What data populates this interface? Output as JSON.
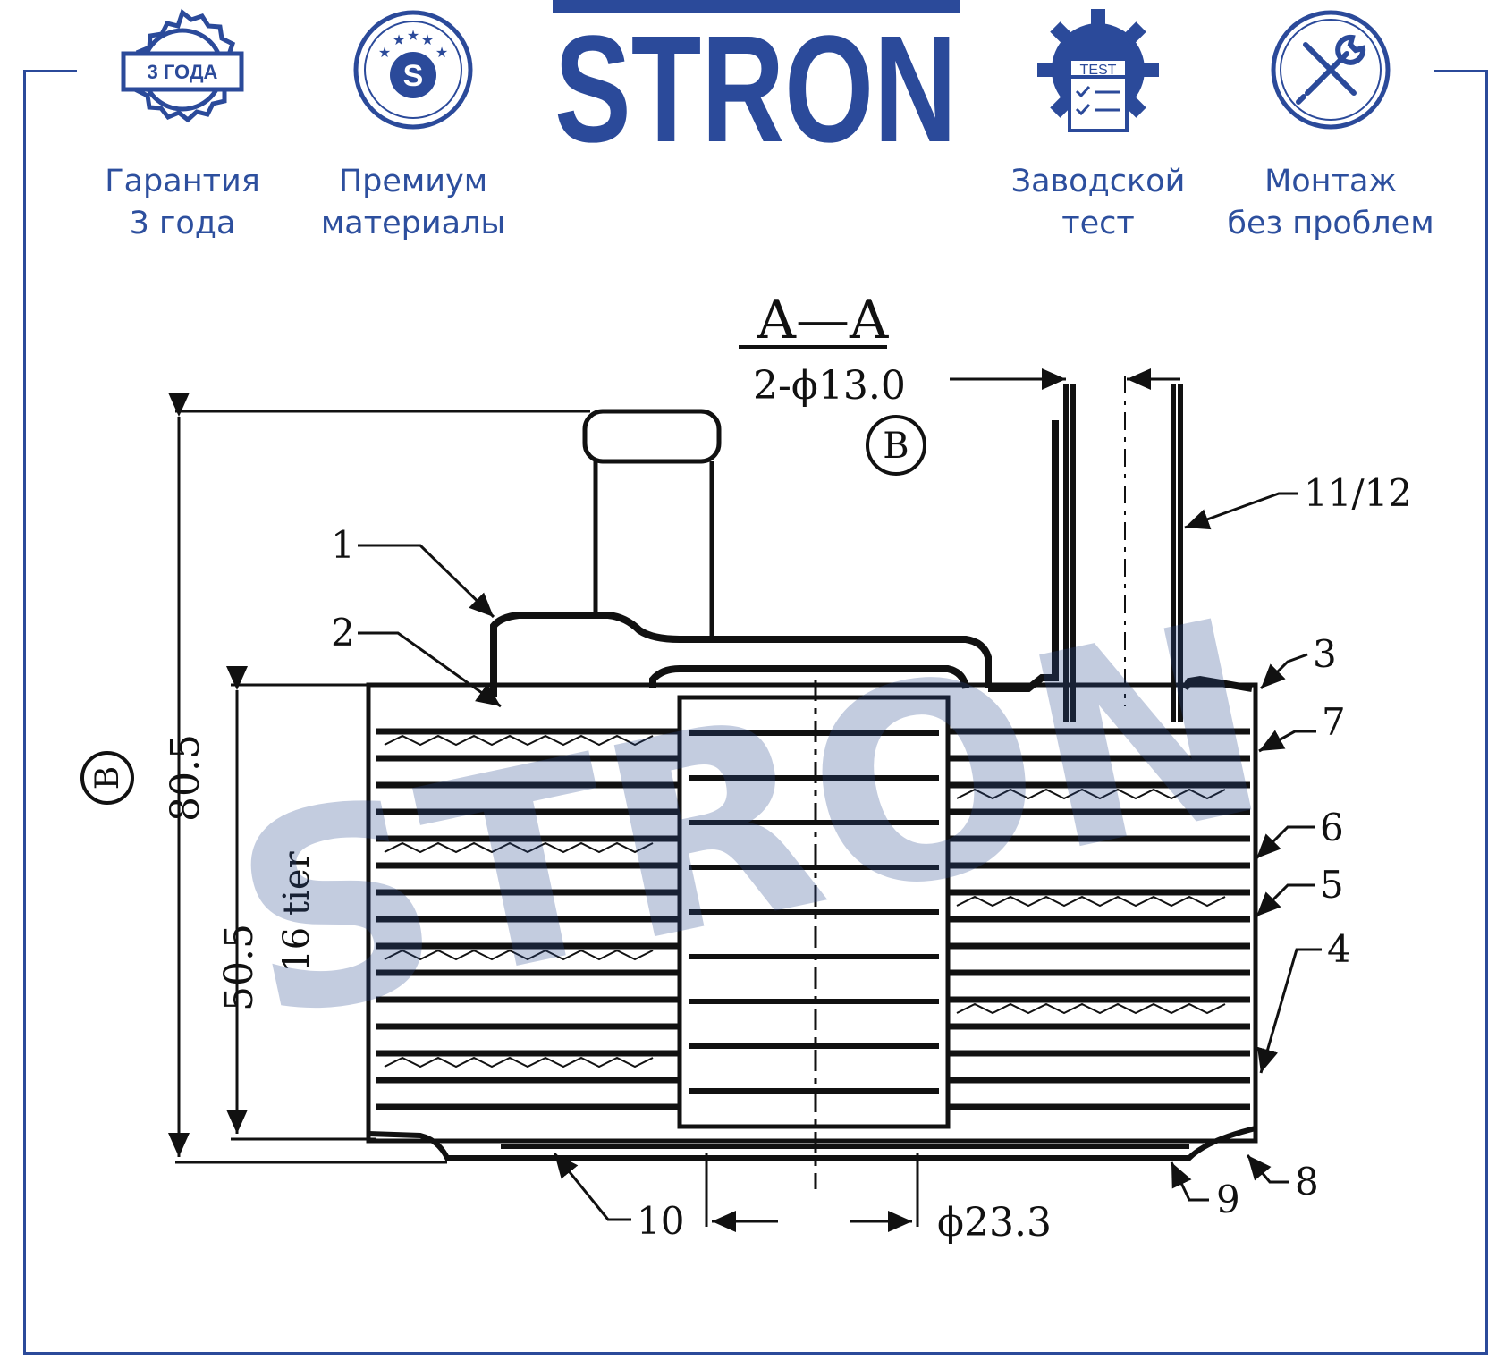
{
  "brand": {
    "logo_text": "STRON",
    "color": "#2b4a9a"
  },
  "badges": [
    {
      "icon": "warranty-seal-icon",
      "seal_text": "3 ГОДА",
      "line1": "Гарантия",
      "line2": "3 года"
    },
    {
      "icon": "premium-star-icon",
      "seal_text": "S",
      "line1": "Премиум",
      "line2": "материалы"
    },
    {
      "icon": "factory-test-gear-icon",
      "seal_text": "TEST",
      "line1": "Заводской",
      "line2": "тест"
    },
    {
      "icon": "tools-icon",
      "line1": "Монтаж",
      "line2": "без проблем"
    }
  ],
  "drawing": {
    "section_label": "A—A",
    "pipe_dim": "2-ϕ13.0",
    "marker_b_top": "B",
    "marker_b_left": "B",
    "height_total": "80.5",
    "height_core": "50.5",
    "tiers": "16 tier",
    "bore_dim": "ϕ23.3",
    "callouts": [
      "1",
      "2",
      "3",
      "4",
      "5",
      "6",
      "7",
      "8",
      "9",
      "10",
      "11/12"
    ],
    "watermark": "STRON"
  }
}
